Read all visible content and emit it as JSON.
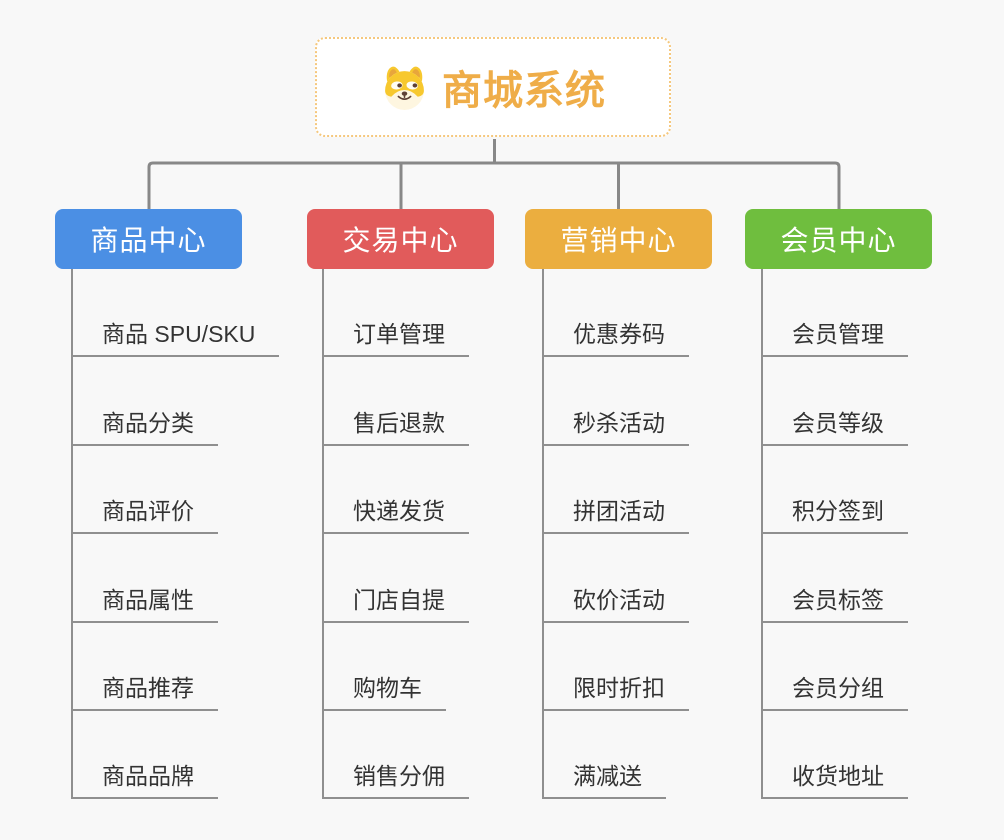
{
  "canvas": {
    "background_color": "#F8F8F8",
    "connector_color": "#888888",
    "underline_color": "#8F8F8F",
    "subtopic_text_color": "#333333"
  },
  "root": {
    "title": "商城系统",
    "icon": "doge-icon",
    "title_color": "#EFAD48",
    "border_color": "#F5C87E",
    "background_color": "#FFFFFF"
  },
  "branches": [
    {
      "label": "商品中心",
      "color": "#4B8FE4",
      "children": [
        "商品 SPU/SKU",
        "商品分类",
        "商品评价",
        "商品属性",
        "商品推荐",
        "商品品牌"
      ]
    },
    {
      "label": "交易中心",
      "color": "#E15B5B",
      "children": [
        "订单管理",
        "售后退款",
        "快递发货",
        "门店自提",
        "购物车",
        "销售分佣"
      ]
    },
    {
      "label": "营销中心",
      "color": "#EBAE3F",
      "children": [
        "优惠券码",
        "秒杀活动",
        "拼团活动",
        "砍价活动",
        "限时折扣",
        "满减送"
      ]
    },
    {
      "label": "会员中心",
      "color": "#6FBE3E",
      "children": [
        "会员管理",
        "会员等级",
        "积分签到",
        "会员标签",
        "会员分组",
        "收货地址"
      ]
    }
  ]
}
